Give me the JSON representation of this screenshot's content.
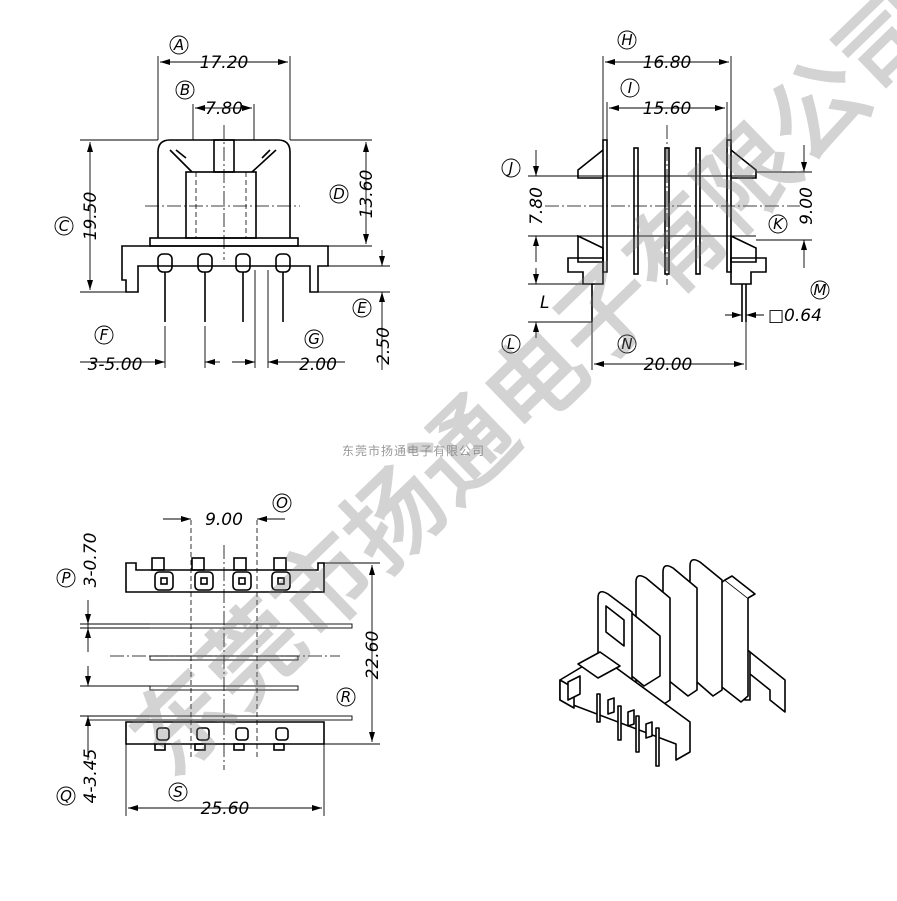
{
  "watermark": {
    "small": "东莞市扬通电子有限公司",
    "large": "东莞市扬通电子有限公司"
  },
  "front_view": {
    "dims": {
      "A": "17.20",
      "B": "7.80",
      "C": "19.50",
      "D": "13.60",
      "E": "2.50",
      "F": "3-5.00",
      "G": "2.00"
    },
    "labels": {
      "A": "A",
      "B": "B",
      "C": "C",
      "D": "D",
      "E": "E",
      "F": "F",
      "G": "G"
    }
  },
  "side_view": {
    "dims": {
      "H": "16.80",
      "I": "15.60",
      "J": "7.80",
      "K": "9.00",
      "L": "L",
      "M": "□0.64",
      "N": "20.00"
    },
    "labels": {
      "H": "H",
      "I": "I",
      "J": "J",
      "K": "K",
      "L": "L",
      "M": "M",
      "N": "N"
    }
  },
  "bottom_view": {
    "dims": {
      "O": "9.00",
      "P": "3-0.70",
      "Q": "4-3.45",
      "R": "22.60",
      "S": "25.60"
    },
    "labels": {
      "O": "O",
      "P": "P",
      "Q": "Q",
      "R": "R",
      "S": "S"
    }
  }
}
